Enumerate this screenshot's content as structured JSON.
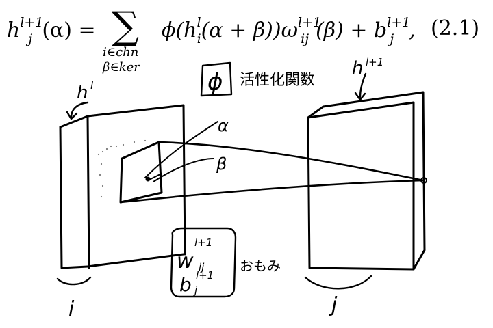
{
  "equation": {
    "lhs_h": "h",
    "lhs_sup": "l+1",
    "lhs_sub": "j",
    "lhs_arg": "(α) =",
    "sum_symbol": "∑",
    "sum_sub_line1": "i∈chn",
    "sum_sub_line2": "β∈ker",
    "t_phi": "ϕ(h",
    "t_h_sup": "l",
    "t_h_sub": "i",
    "t_arg": "(α + β))ω",
    "t_w_sup": "l+1",
    "t_w_sub": "ij",
    "t_warg": "(β) + b",
    "t_b_sup": "l+1",
    "t_b_sub": "j",
    "t_end": ",",
    "number": "(2.1)"
  },
  "annotations": {
    "phi_symbol": "ϕ",
    "activation_label": "活性化関数",
    "left_layer_label": "h",
    "left_layer_sup": "l",
    "right_layer_label": "h",
    "right_layer_sup": "l+1",
    "alpha": "α",
    "beta": "β",
    "weight_w": "w",
    "weight_w_sup": "l+1",
    "weight_w_sub": "ij",
    "weight_b": "b",
    "weight_b_sup": "l+1",
    "weight_b_sub": "j",
    "weights_label": "おもみ",
    "left_index": "i",
    "right_index": "j"
  }
}
